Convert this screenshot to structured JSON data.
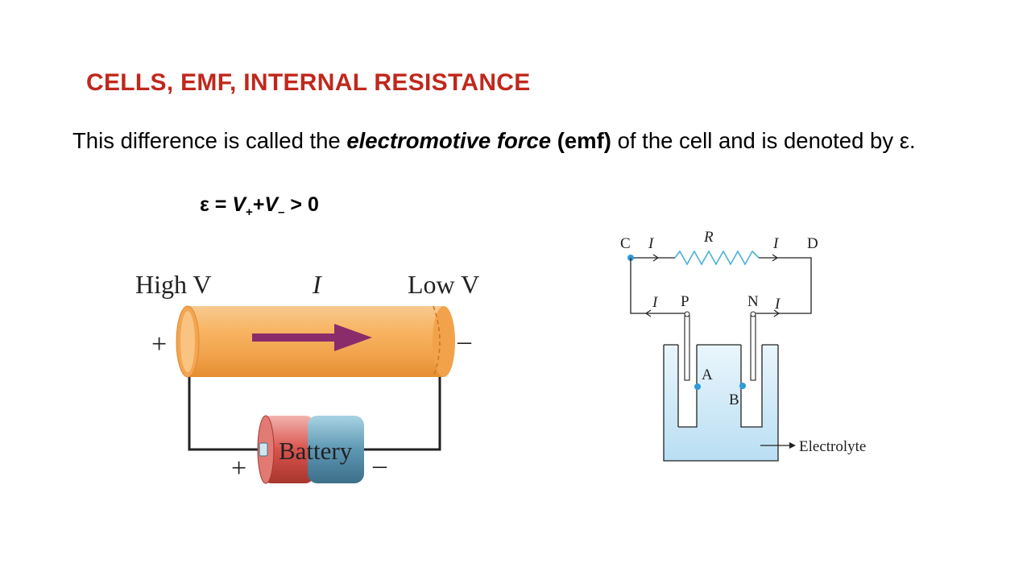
{
  "title": "CELLS, EMF, INTERNAL RESISTANCE",
  "colors": {
    "title": "#c0281c",
    "wire": "#222222",
    "resistor": "#4ab0d8",
    "electrolyte": "#cfeaf8",
    "tube": "#f4a957",
    "arrow": "#8a2c6a"
  },
  "paragraph": {
    "part1": "This difference is called the ",
    "italic_bold": "electromotive force",
    "part2": " ",
    "bold": "(emf)",
    "part3": " of the cell and is denoted by  ε."
  },
  "formula": {
    "lhs": "ε = ",
    "v1": "V",
    "sub1": "+",
    "plus": "+",
    "v2": "V",
    "sub2": "–",
    "rhs": " > 0"
  },
  "figure_left": {
    "high_v": "High V",
    "current": "I",
    "low_v": "Low V",
    "plus_left": "+",
    "minus_right": "–",
    "battery_label": "Battery",
    "battery_plus": "+",
    "battery_minus": "–"
  },
  "figure_right": {
    "label_c": "C",
    "label_d": "D",
    "label_r": "R",
    "label_i": "I",
    "label_p": "P",
    "label_n": "N",
    "label_a": "A",
    "label_b": "B",
    "electrolyte": "Electrolyte"
  }
}
